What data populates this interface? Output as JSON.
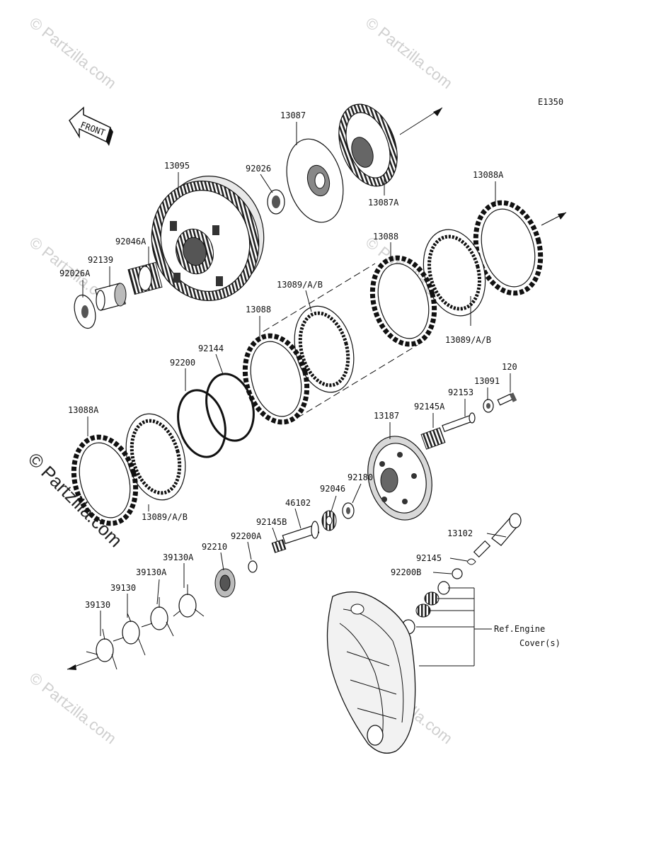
{
  "diagram": {
    "code": "E1350",
    "front_label": "FRONT",
    "watermark": "© Partzilla.com",
    "ref_note": [
      "Ref.Engine",
      "Cover(s)"
    ],
    "parts": {
      "p13087": "13087",
      "p13087A": "13087A",
      "p92026": "92026",
      "p13095": "13095",
      "p13088A_top": "13088A",
      "p92046A": "92046A",
      "p92139": "92139",
      "p92026A": "92026A",
      "p13088_mid": "13088",
      "p13089_a": "13089/A/B",
      "p13088_left": "13088",
      "p13089_b": "13089/A/B",
      "p92144": "92144",
      "p92200": "92200",
      "p120": "120",
      "p13091": "13091",
      "p92153": "92153",
      "p92145A": "92145A",
      "p13187": "13187",
      "p13088A_bottom": "13088A",
      "p92180": "92180",
      "p92046": "92046",
      "p46102": "46102",
      "p13089_c": "13089/A/B",
      "p92145B": "92145B",
      "p92200A": "92200A",
      "p92210": "92210",
      "p39130A_1": "39130A",
      "p39130A_2": "39130A",
      "p39130_1": "39130",
      "p39130_2": "39130",
      "p13102": "13102",
      "p92145": "92145",
      "p92200B": "92200B"
    }
  }
}
